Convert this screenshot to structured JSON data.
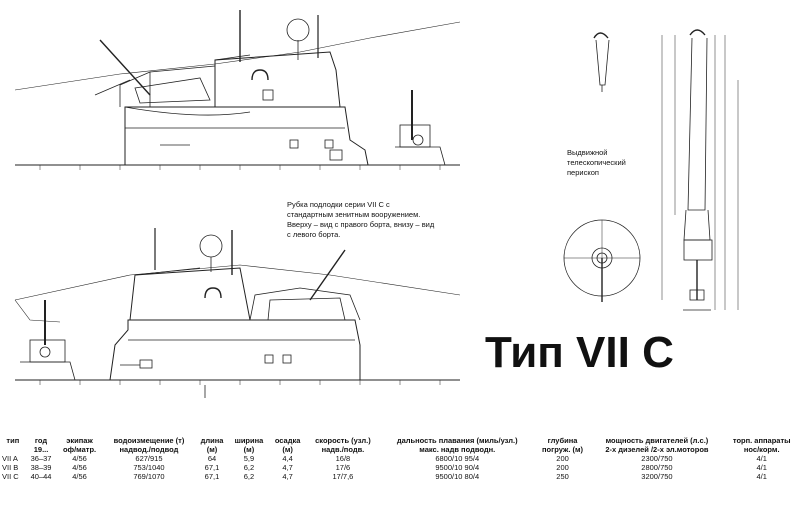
{
  "caption": {
    "lines": [
      "Рубка подлодки серии VII С с",
      "стандартным зенитным вооружением.",
      "Вверху – вид с правого борта, внизу – вид",
      "с левого борта."
    ]
  },
  "periscope_label": {
    "lines": [
      "Выдвижной",
      "телескопический",
      "перископ"
    ]
  },
  "title": "Тип VII C",
  "table": {
    "headers": [
      [
        "тип",
        ""
      ],
      [
        "год",
        "19..."
      ],
      [
        "экипаж",
        "оф/матр."
      ],
      [
        "водоизмещение (т)",
        "надвод./подвод"
      ],
      [
        "длина",
        "(м)"
      ],
      [
        "ширина",
        "(м)"
      ],
      [
        "осадка",
        "(м)"
      ],
      [
        "скорость (узл.)",
        "надв./подв."
      ],
      [
        "дальность плавания (миль/узл.)",
        "макс. надв подводн."
      ],
      [
        "глубина",
        "погруж. (м)"
      ],
      [
        "мощность двигателей (л.с.)",
        "2-х дизелей /2-х эл.моторов"
      ],
      [
        "торп. аппараты",
        "нос/корм."
      ]
    ],
    "rows": [
      [
        "VII A",
        "36–37",
        "4/56",
        "627/915",
        "64",
        "5,9",
        "4,4",
        "16/8",
        "6800/10 95/4",
        "200",
        "2300/750",
        "4/1"
      ],
      [
        "VII B",
        "38–39",
        "4/56",
        "753/1040",
        "67,1",
        "6,2",
        "4,7",
        "17/6",
        "9500/10 90/4",
        "200",
        "2800/750",
        "4/1"
      ],
      [
        "VII C",
        "40–44",
        "4/56",
        "769/1070",
        "67,1",
        "6,2",
        "4,7",
        "17/7,6",
        "9500/10 80/4",
        "250",
        "3200/750",
        "4/1"
      ]
    ]
  }
}
